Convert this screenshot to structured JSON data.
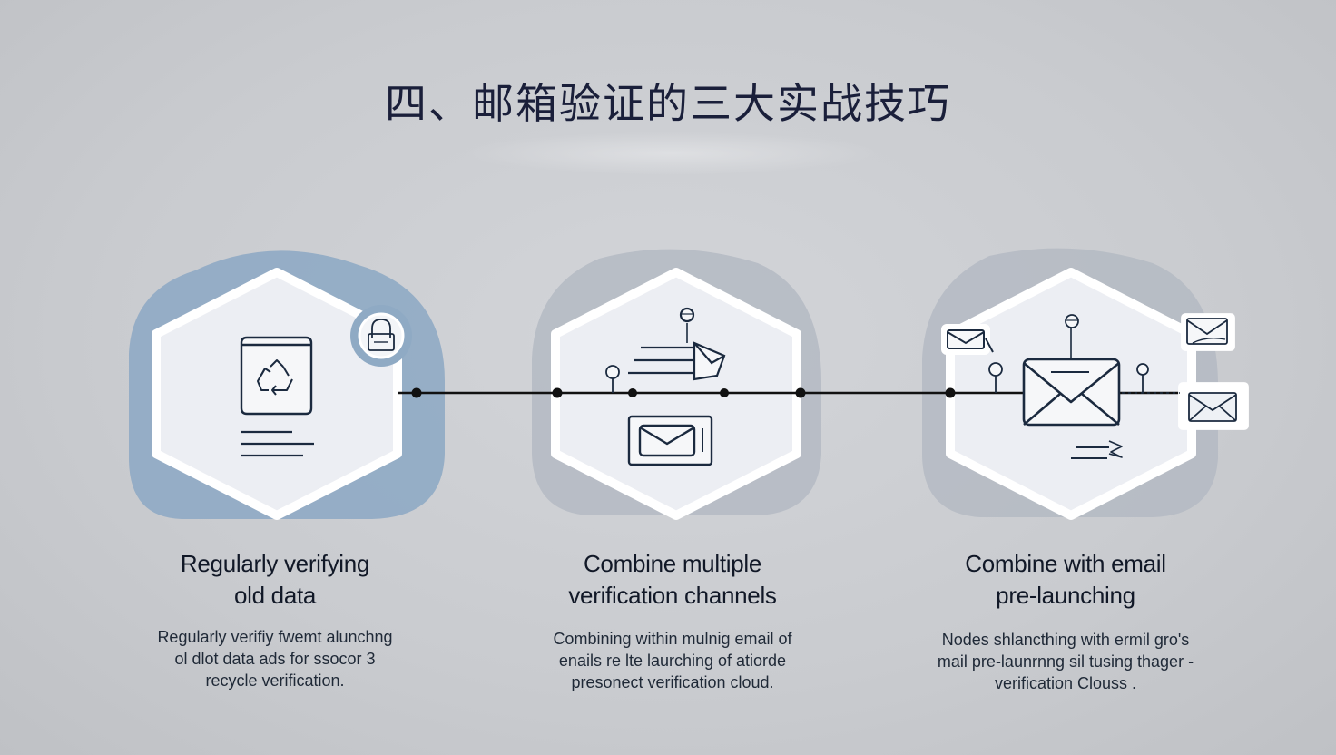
{
  "page": {
    "title": "四、邮箱验证的三大实战技巧"
  },
  "colors": {
    "background": "#c9cbcf",
    "hexagon_fill": "#eceef3",
    "blob_blue": "#8faac4",
    "blob_gray": "#b4bac3",
    "line_color": "#111111",
    "icon_stroke": "#1b2a3f"
  },
  "steps": [
    {
      "title_line1": "Regularly verifying",
      "title_line2": "old data",
      "desc_line1": "Regularly verifiy fwemt alunchng",
      "desc_line2": "ol dlot data  ads  for ssocor 3",
      "desc_line3": "recycle verification.",
      "icons": [
        "recycle-bin-icon",
        "lock-icon",
        "text-lines-icon"
      ]
    },
    {
      "title_line1": "Combine multiple",
      "title_line2": "verification channels",
      "desc_line1": "Combining within mulnig email of",
      "desc_line2": "enails re  lte laurching of atiorde",
      "desc_line3": "presonect verification cloud.",
      "icons": [
        "send-mail-icon",
        "pin-icon",
        "mail-card-icon"
      ]
    },
    {
      "title_line1": "Combine  with email",
      "title_line2": "pre-launching",
      "desc_line1": "Nodes shlancthing with ermil gro's",
      "desc_line2": "mail pre-launrnng sil tusing thager -",
      "desc_line3": "verification Clouss .",
      "icons": [
        "envelope-icon",
        "floating-envelope-icon",
        "pin-icon"
      ]
    }
  ]
}
